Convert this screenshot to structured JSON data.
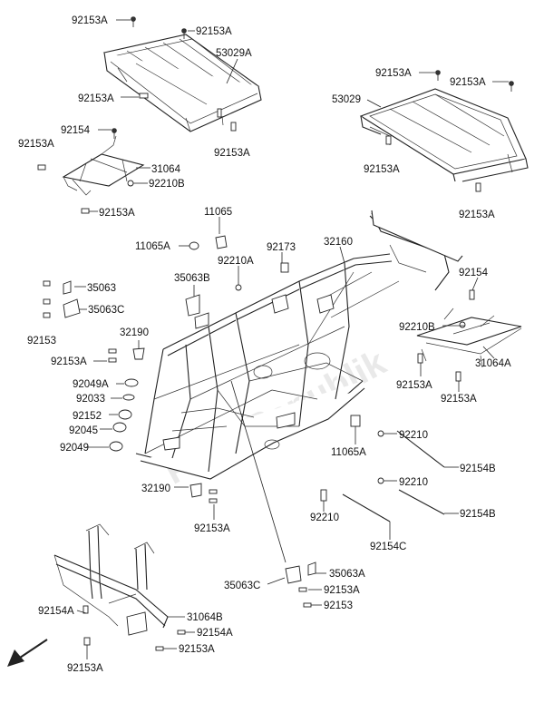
{
  "diagram": {
    "labels": {
      "l01": "92153A",
      "l02": "92153A",
      "l03": "53029A",
      "l04": "92153A",
      "l05": "92153A",
      "l06": "92153A",
      "l07": "53029",
      "l08": "92153A",
      "l09": "92154",
      "l10": "92153A",
      "l11": "31064",
      "l12": "92210B",
      "l13": "92153A",
      "l14": "92153A",
      "l15": "11065",
      "l16": "11065A",
      "l17": "92210A",
      "l18": "92173",
      "l19": "32160",
      "l20": "92153A",
      "l21": "35063",
      "l22": "35063B",
      "l23": "35063C",
      "l24": "92154",
      "l25": "92153",
      "l26": "32190",
      "l27": "92210B",
      "l28": "92153A",
      "l29": "92049A",
      "l30": "31064A",
      "l31": "92033",
      "l32": "92153A",
      "l33": "92153A",
      "l34": "92152",
      "l35": "92045",
      "l36": "92049",
      "l37": "92210",
      "l38": "11065A",
      "l39": "92154B",
      "l40": "92210",
      "l41": "32190",
      "l42": "92210",
      "l43": "92154B",
      "l44": "92153A",
      "l45": "92154C",
      "l46": "35063A",
      "l47": "35063C",
      "l48": "92153A",
      "l49": "92154A",
      "l50": "92153",
      "l51": "31064B",
      "l52": "92154A",
      "l53": "92153A",
      "l54": "92153A"
    },
    "watermark": "PartsRepublik",
    "direction_arrow": "front-arrow-icon"
  }
}
